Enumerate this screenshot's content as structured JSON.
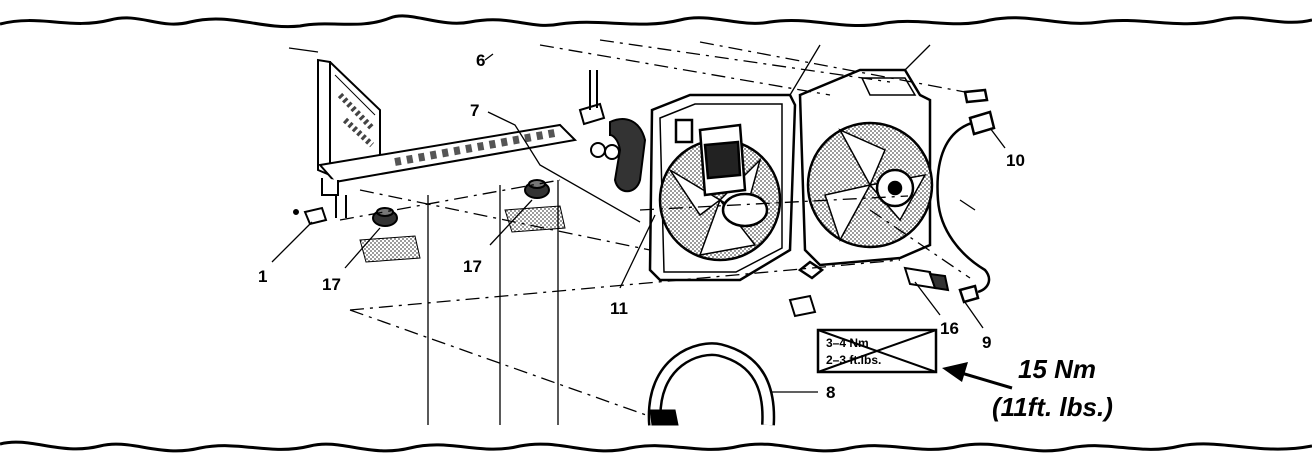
{
  "callouts": {
    "c1": "1",
    "c6": "6",
    "c7": "7",
    "c8": "8",
    "c9": "9",
    "c10": "10",
    "c11": "11",
    "c16": "16",
    "c17a": "17",
    "c17b": "17"
  },
  "crossed_spec": {
    "line1": "3–4 Nm",
    "line2": "2–3 ft.lbs."
  },
  "torque_spec": {
    "nm": "15 Nm",
    "ftlbs": "(11ft. lbs.)"
  },
  "colors": {
    "ink": "#000000",
    "paper": "#ffffff",
    "shade": "#7a7a7a"
  }
}
